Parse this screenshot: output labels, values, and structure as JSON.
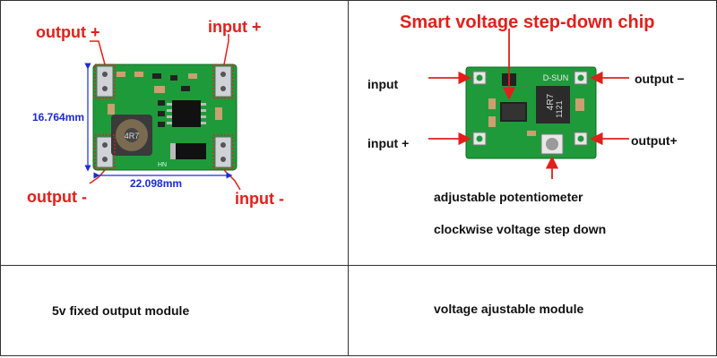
{
  "left_panel": {
    "labels": {
      "output_plus": "output +",
      "input_plus": "input +",
      "output_minus": "output -",
      "input_minus": "input -"
    },
    "dimensions": {
      "height": "16.764mm",
      "width": "22.098mm"
    },
    "board_print": {
      "inductor": "4R7",
      "bottom": "HN"
    },
    "caption": "5v fixed output  module"
  },
  "right_panel": {
    "title": "Smart voltage step-down chip",
    "labels": {
      "input_minus": "input",
      "output_minus": "output",
      "input_plus": "input",
      "output_plus": "output"
    },
    "board_print": {
      "brand": "D-SUN",
      "inductor_line1": "4R7",
      "inductor_line2": "1121"
    },
    "notes": {
      "line1": "adjustable potentiometer",
      "line2": "clockwise voltage step down"
    },
    "caption": "voltage ajustable module"
  },
  "colors": {
    "accent_red": "#e0201b",
    "dimension_blue": "#1a2bd6",
    "pcb_green": "#1f9a3a"
  }
}
